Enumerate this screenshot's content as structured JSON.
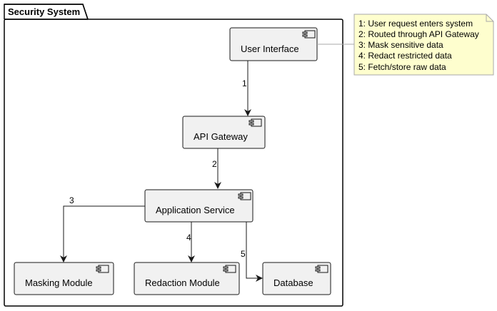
{
  "package": {
    "title": "Security System"
  },
  "components": {
    "user_interface": "User Interface",
    "api_gateway": "API Gateway",
    "application_service": "Application Service",
    "masking_module": "Masking Module",
    "redaction_module": "Redaction Module",
    "database": "Database"
  },
  "edges": {
    "e1": "1",
    "e2": "2",
    "e3": "3",
    "e4": "4",
    "e5": "5"
  },
  "note": {
    "lines": [
      "1: User request enters system",
      "2: Routed through API Gateway",
      "3: Mask sensitive data",
      "4: Redact restricted data",
      "5: Fetch/store raw data"
    ]
  },
  "colors": {
    "component_fill": "#f1f1f1",
    "component_stroke": "#181818",
    "note_fill": "#fefece",
    "note_stroke": "#a8a8a8",
    "package_stroke": "#000000"
  }
}
